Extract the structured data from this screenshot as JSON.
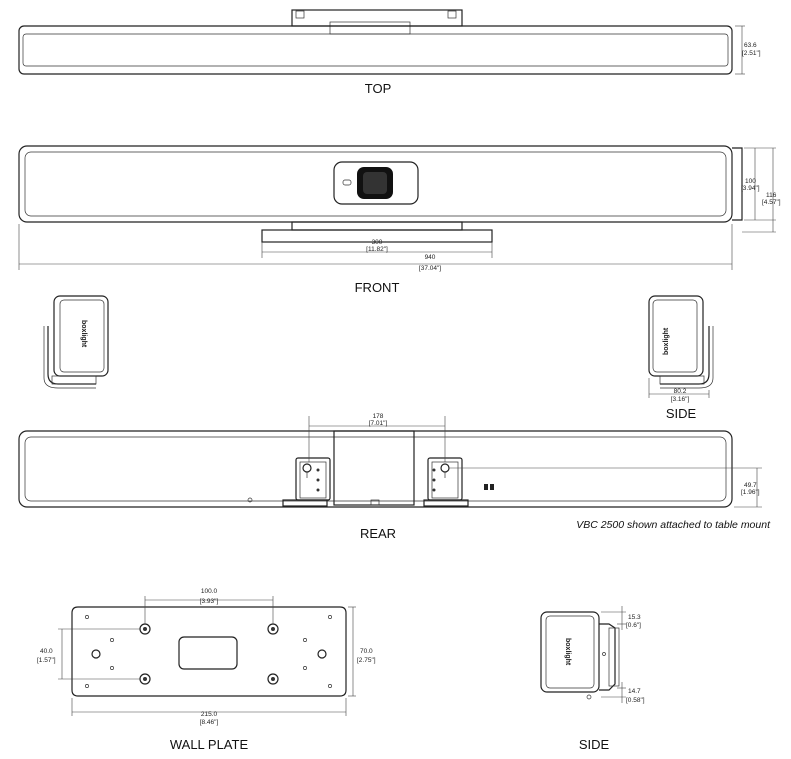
{
  "views": {
    "top": "TOP",
    "front": "FRONT",
    "side_top": "SIDE",
    "rear": "REAR",
    "wall_plate": "WALL PLATE",
    "side_bottom": "SIDE"
  },
  "note": "VBC 2500 shown attached to table mount",
  "dimensions": {
    "top_height": "63.6",
    "top_height_in": "[2.51\"]",
    "front_height_inner": "100",
    "front_height_inner_in": "[3.94\"]",
    "front_height_outer": "116",
    "front_height_outer_in": "[4.57\"]",
    "mount_width": "300",
    "mount_width_in": "[11.82\"]",
    "total_width": "940",
    "total_width_in": "[37.04\"]",
    "side_depth": "80.2",
    "side_depth_in": "[3.16\"]",
    "rear_holes": "178",
    "rear_holes_in": "[7.01\"]",
    "rear_height": "49.7",
    "rear_height_in": "[1.96\"]",
    "plate_holes_w": "100.0",
    "plate_holes_w_in": "[3.93\"]",
    "plate_holes_h": "40.0",
    "plate_holes_h_in": "[1.57\"]",
    "plate_height": "70.0",
    "plate_height_in": "[2.75\"]",
    "plate_width": "215.0",
    "plate_width_in": "[8.46\"]",
    "side2_top": "15.3",
    "side2_top_in": "[0.6\"]",
    "side2_bottom": "14.7",
    "side2_bottom_in": "[0.58\"]"
  },
  "brand_mark": "boxlight"
}
